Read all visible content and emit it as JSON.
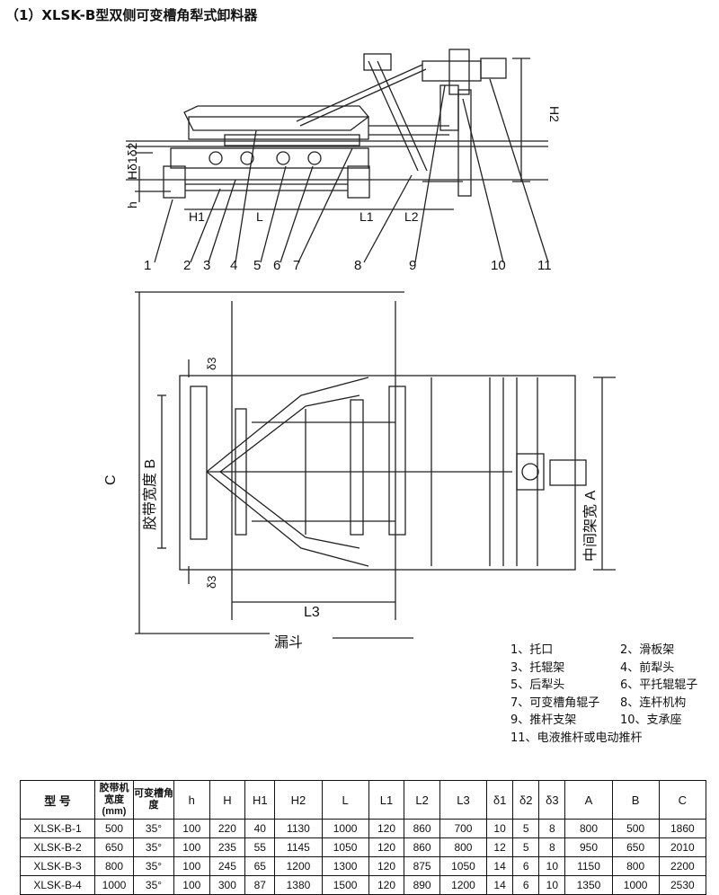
{
  "title": "（1）XLSK-B型双侧可变槽角犁式卸料器",
  "diagram": {
    "side_view": {
      "dim_labels": {
        "H2": "H2",
        "H_delta2": "Hδ1δ2",
        "h": "h",
        "H1": "H1",
        "L": "L",
        "L1": "L1",
        "L2": "L2"
      },
      "part_numbers": [
        "1",
        "2",
        "3",
        "4",
        "5",
        "6",
        "7",
        "8",
        "9",
        "10",
        "11"
      ]
    },
    "plan_view": {
      "C": "C",
      "B": "胶带宽度 B",
      "A": "中间架宽 A",
      "delta3_top": "δ3",
      "delta3_bottom": "δ3",
      "L3": "L3",
      "hopper": "漏斗"
    }
  },
  "legend": [
    [
      "1、托口",
      "2、滑板架"
    ],
    [
      "3、托辊架",
      "4、前犁头"
    ],
    [
      "5、后犁头",
      "6、平托辊辊子"
    ],
    [
      "7、可变槽角辊子",
      "8、连杆机构"
    ],
    [
      "9、推杆支架",
      "10、支承座"
    ],
    [
      "11、电液推杆或电动推杆",
      ""
    ]
  ],
  "table": {
    "headers": [
      "型  号",
      "胶带机宽度(mm)",
      "可变槽角度",
      "h",
      "H",
      "H1",
      "H2",
      "L",
      "L1",
      "L2",
      "L3",
      "δ1",
      "δ2",
      "δ3",
      "A",
      "B",
      "C"
    ],
    "rows": [
      [
        "XLSK-B-1",
        "500",
        "35°",
        "100",
        "220",
        "40",
        "1130",
        "1000",
        "120",
        "860",
        "700",
        "10",
        "5",
        "8",
        "800",
        "500",
        "1860"
      ],
      [
        "XLSK-B-2",
        "650",
        "35°",
        "100",
        "235",
        "55",
        "1145",
        "1050",
        "120",
        "860",
        "800",
        "12",
        "5",
        "8",
        "950",
        "650",
        "2010"
      ],
      [
        "XLSK-B-3",
        "800",
        "35°",
        "100",
        "245",
        "65",
        "1200",
        "1300",
        "120",
        "875",
        "1050",
        "14",
        "6",
        "10",
        "1150",
        "800",
        "2200"
      ],
      [
        "XLSK-B-4",
        "1000",
        "35°",
        "100",
        "300",
        "87",
        "1380",
        "1500",
        "120",
        "890",
        "1200",
        "14",
        "6",
        "10",
        "1350",
        "1000",
        "2530"
      ]
    ]
  }
}
